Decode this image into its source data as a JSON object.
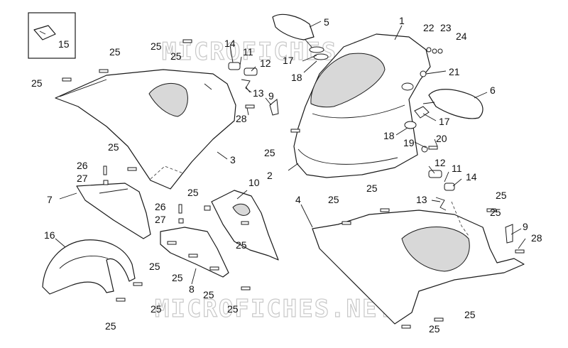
{
  "watermark": "MICROFICHES.NET",
  "inset_label": "15",
  "callouts": [
    {
      "id": "c1",
      "text": "1"
    },
    {
      "id": "c2",
      "text": "2"
    },
    {
      "id": "c3",
      "text": "3"
    },
    {
      "id": "c4",
      "text": "4"
    },
    {
      "id": "c5",
      "text": "5"
    },
    {
      "id": "c6",
      "text": "6"
    },
    {
      "id": "c7",
      "text": "7"
    },
    {
      "id": "c8",
      "text": "8"
    },
    {
      "id": "c9a",
      "text": "9"
    },
    {
      "id": "c9b",
      "text": "9"
    },
    {
      "id": "c10",
      "text": "10"
    },
    {
      "id": "c11a",
      "text": "11"
    },
    {
      "id": "c11b",
      "text": "11"
    },
    {
      "id": "c12a",
      "text": "12"
    },
    {
      "id": "c12b",
      "text": "12"
    },
    {
      "id": "c13a",
      "text": "13"
    },
    {
      "id": "c13b",
      "text": "13"
    },
    {
      "id": "c14a",
      "text": "14"
    },
    {
      "id": "c14b",
      "text": "14"
    },
    {
      "id": "c16",
      "text": "16"
    },
    {
      "id": "c17a",
      "text": "17"
    },
    {
      "id": "c17b",
      "text": "17"
    },
    {
      "id": "c18a",
      "text": "18"
    },
    {
      "id": "c18b",
      "text": "18"
    },
    {
      "id": "c19",
      "text": "19"
    },
    {
      "id": "c20",
      "text": "20"
    },
    {
      "id": "c21",
      "text": "21"
    },
    {
      "id": "c22",
      "text": "22"
    },
    {
      "id": "c23",
      "text": "23"
    },
    {
      "id": "c24",
      "text": "24"
    },
    {
      "id": "c26a",
      "text": "26"
    },
    {
      "id": "c26b",
      "text": "26"
    },
    {
      "id": "c27a",
      "text": "27"
    },
    {
      "id": "c27b",
      "text": "27"
    },
    {
      "id": "c28a",
      "text": "28"
    },
    {
      "id": "c28b",
      "text": "28"
    },
    {
      "id": "c25a",
      "text": "25"
    },
    {
      "id": "c25b",
      "text": "25"
    },
    {
      "id": "c25c",
      "text": "25"
    },
    {
      "id": "c25d",
      "text": "25"
    },
    {
      "id": "c25e",
      "text": "25"
    },
    {
      "id": "c25f",
      "text": "25"
    },
    {
      "id": "c25g",
      "text": "25"
    },
    {
      "id": "c25h",
      "text": "25"
    },
    {
      "id": "c25i",
      "text": "25"
    },
    {
      "id": "c25j",
      "text": "25"
    },
    {
      "id": "c25k",
      "text": "25"
    },
    {
      "id": "c25l",
      "text": "25"
    },
    {
      "id": "c25m",
      "text": "25"
    },
    {
      "id": "c25n",
      "text": "25"
    },
    {
      "id": "c25o",
      "text": "25"
    },
    {
      "id": "c25p",
      "text": "25"
    },
    {
      "id": "c25q",
      "text": "25"
    },
    {
      "id": "c25r",
      "text": "25"
    },
    {
      "id": "c25s",
      "text": "25"
    },
    {
      "id": "c25t",
      "text": "25"
    }
  ]
}
